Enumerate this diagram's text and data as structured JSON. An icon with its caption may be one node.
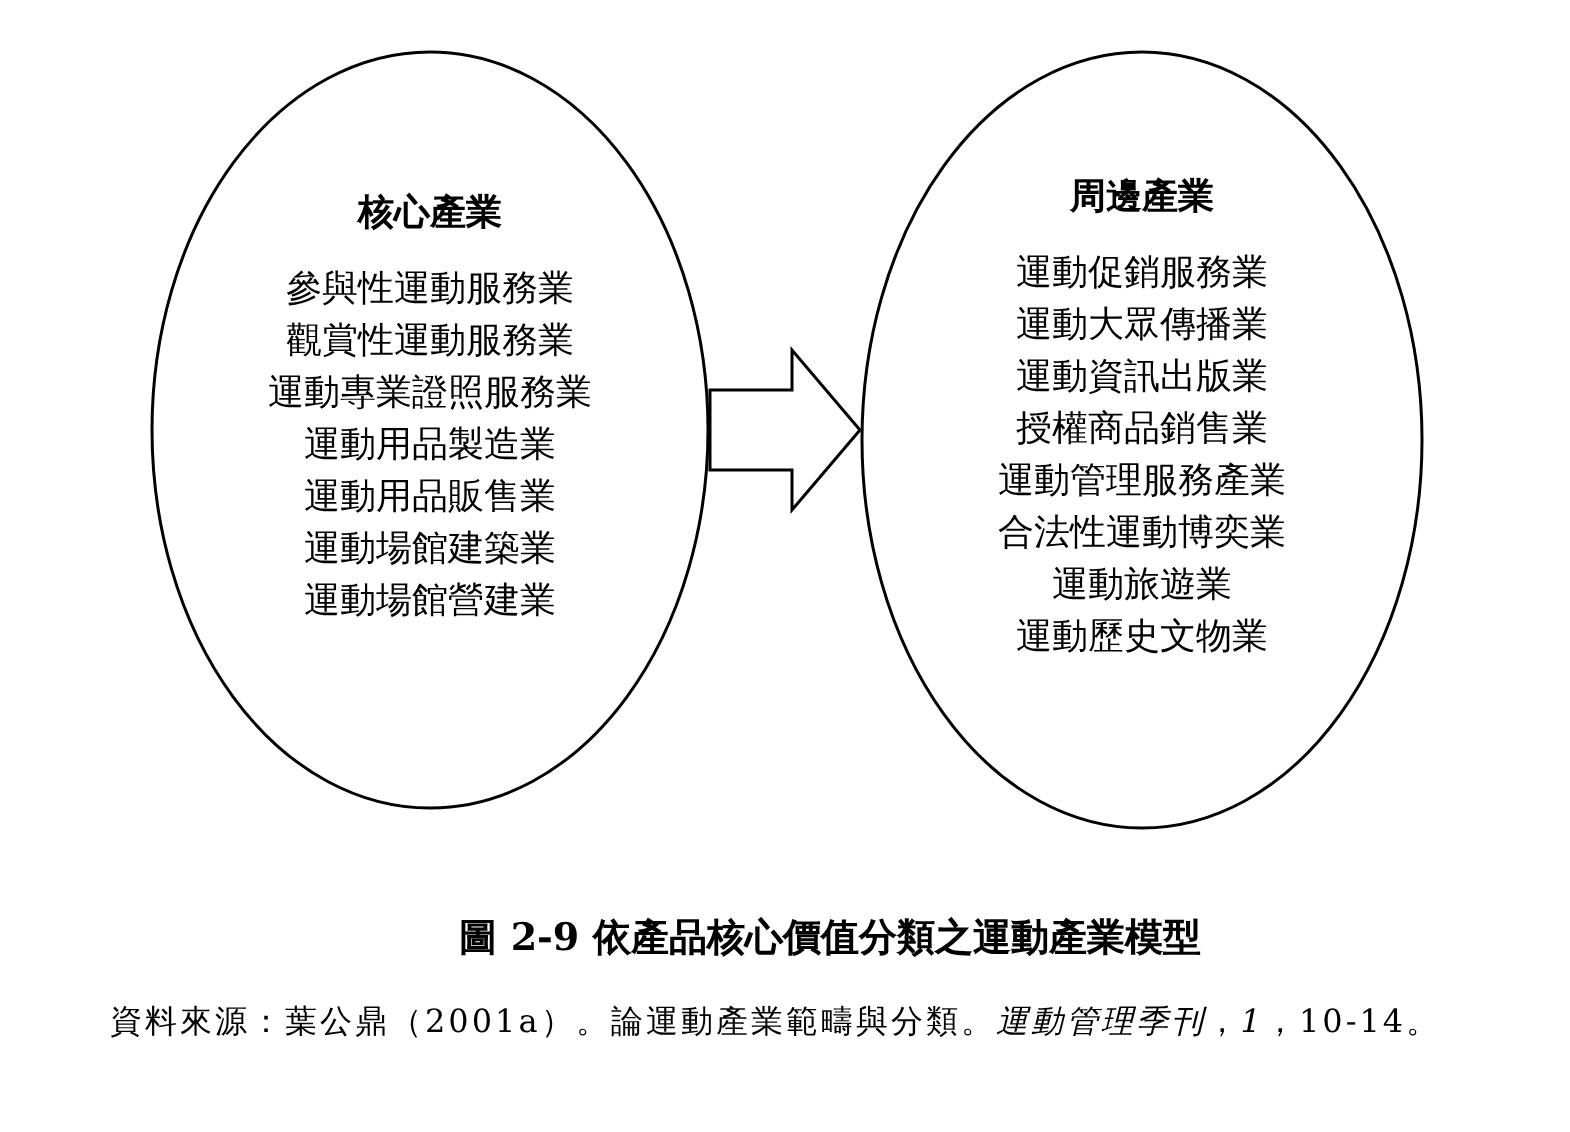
{
  "diagram": {
    "caption": "**圖 2-9** 依產品核心價值分類之運動產業模型",
    "nodes": [
      {
        "text": [
          "核心產業",
          "參與性運動服務業",
          "觀賞性運動服務業",
          "運動專業證照服務業",
          "運動用品製造業",
          "運動用品販售業",
          "運動場館建築業",
          "運動場館營建業"
        ]
      },
      {
        "text": [
          "周邊產業",
          "運動促銷服務業",
          "運動大眾傳播業",
          "運動資訊出版業",
          "授權商品銷售業",
          "運動管理服務產業",
          "合法性運動博奕業",
          "運動旅遊業",
          "運動歷史文物業"
        ]
      }
    ],
    "edges": [
      {
        "from": 0,
        "to": 1,
        "arrow": "to"
      }
    ],
    "labels": [
      "資料來源：葉公鼎（2001a）。論運動產業範疇與分類。*運動管理季刊*，*1*，10-14。"
    ]
  }
}
